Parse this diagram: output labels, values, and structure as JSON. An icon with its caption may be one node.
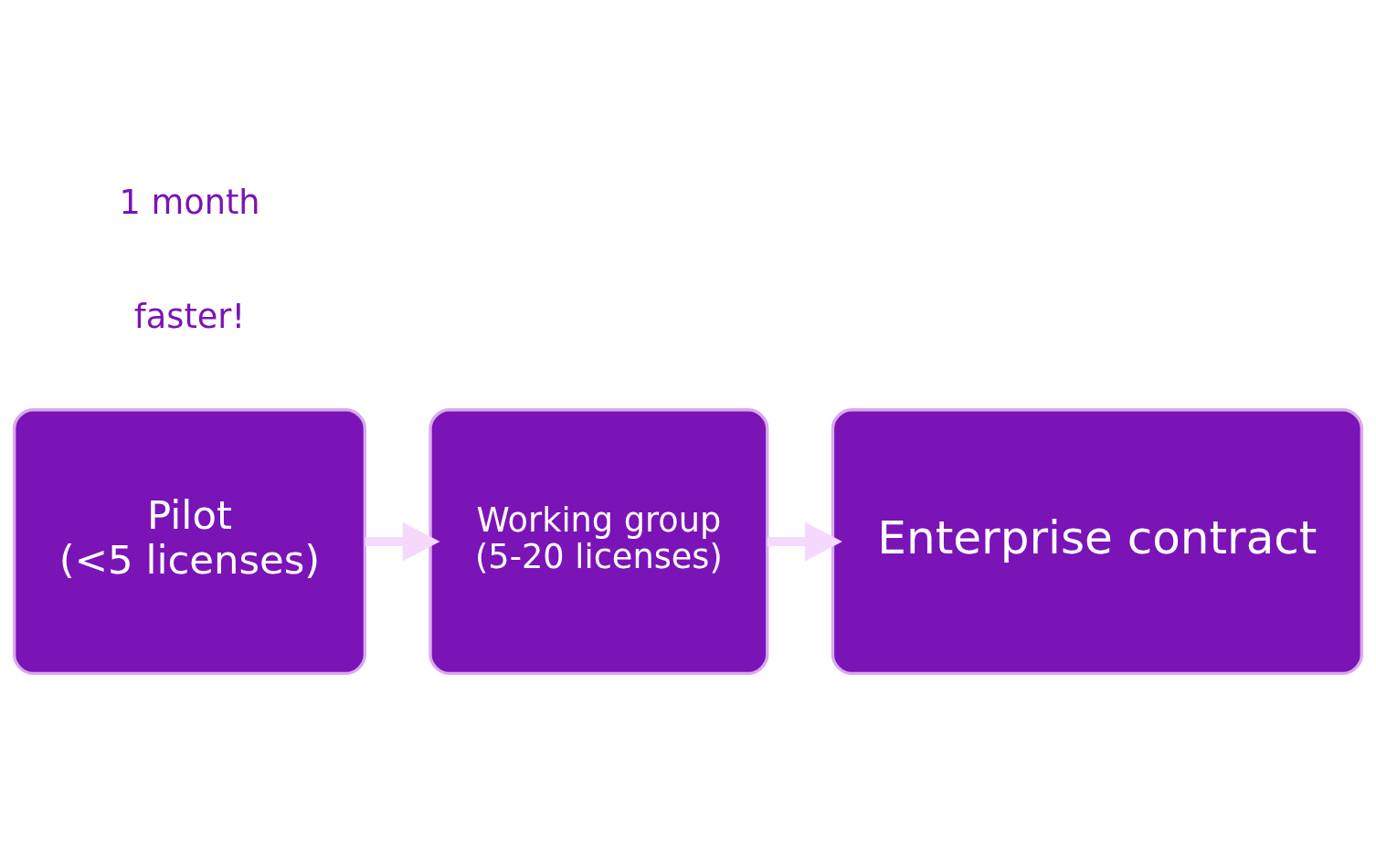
{
  "diagram": {
    "nodes": [
      {
        "text": [
          "Pilot",
          "(<5 licenses)"
        ]
      },
      {
        "text": [
          "Working group",
          "(5-20 licenses)"
        ]
      },
      {
        "text": [
          "Enterprise contract"
        ]
      }
    ],
    "edges": [
      {
        "from": 0,
        "to": 1,
        "arrow": "to"
      },
      {
        "from": 1,
        "to": 2,
        "arrow": "to"
      }
    ],
    "labels": [
      "faster!",
      "1 month"
    ]
  }
}
